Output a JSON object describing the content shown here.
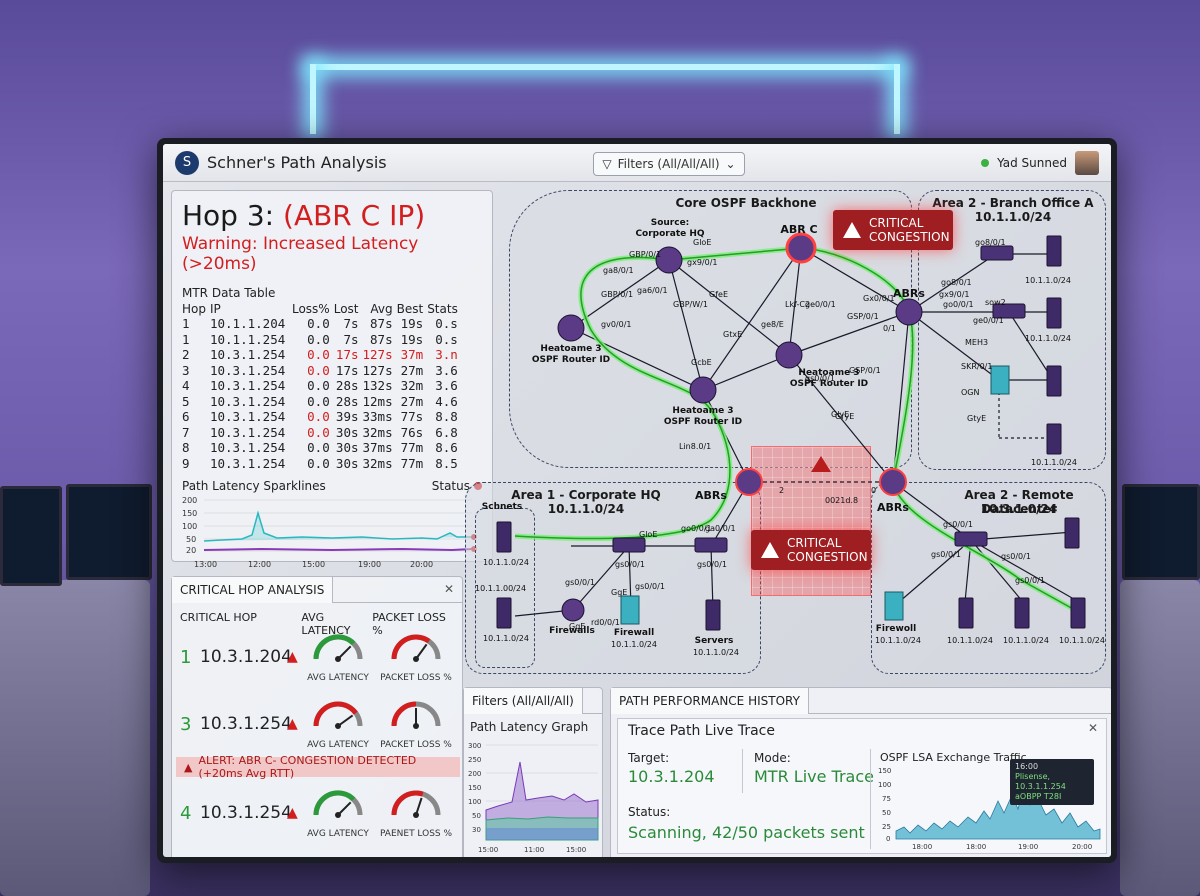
{
  "app": {
    "title": "Schner's Path Analysis",
    "filter_label": "Filters (All/All/All)",
    "user_name": "Yad Sunned"
  },
  "hop": {
    "prefix": "Hop 3: ",
    "name": "(ABR C IP)",
    "warning": "Warning: Increased Latency (>20ms)"
  },
  "mtr": {
    "title": "MTR Data Table",
    "headers": [
      "Hop",
      "IP",
      "Loss%",
      "Lost",
      "Avg",
      "Best",
      "Stats"
    ],
    "rows": [
      {
        "hop": "1",
        "ip": "10.1.1.204",
        "loss": "0.0",
        "lost": "7s",
        "avg": "87s",
        "best": "19s",
        "stats": "0.s",
        "hot": []
      },
      {
        "hop": "1",
        "ip": "10.1.1.254",
        "loss": "0.0",
        "lost": "7s",
        "avg": "87s",
        "best": "19s",
        "stats": "0.s",
        "hot": []
      },
      {
        "hop": "2",
        "ip": "10.3.1.254",
        "loss": "0.0",
        "lost": "17s",
        "avg": "127s",
        "best": "37m",
        "stats": "3.n",
        "hot": [
          "loss",
          "lost",
          "avg",
          "best",
          "stats"
        ]
      },
      {
        "hop": "3",
        "ip": "10.3.1.254",
        "loss": "0.0",
        "lost": "17s",
        "avg": "127s",
        "best": "27m",
        "stats": "3.6",
        "hot": [
          "loss"
        ]
      },
      {
        "hop": "4",
        "ip": "10.3.1.254",
        "loss": "0.0",
        "lost": "28s",
        "avg": "132s",
        "best": "32m",
        "stats": "3.6",
        "hot": []
      },
      {
        "hop": "5",
        "ip": "10.3.1.254",
        "loss": "0.0",
        "lost": "28s",
        "avg": "12ms",
        "best": "27m",
        "stats": "4.6",
        "hot": []
      },
      {
        "hop": "6",
        "ip": "10.3.1.254",
        "loss": "0.0",
        "lost": "39s",
        "avg": "33ms",
        "best": "77s",
        "stats": "8.8",
        "hot": [
          "loss"
        ]
      },
      {
        "hop": "7",
        "ip": "10.3.1.254",
        "loss": "0.0",
        "lost": "30s",
        "avg": "32ms",
        "best": "76s",
        "stats": "6.8",
        "hot": [
          "loss"
        ]
      },
      {
        "hop": "8",
        "ip": "10.3.1.254",
        "loss": "0.0",
        "lost": "30s",
        "avg": "37ms",
        "best": "77m",
        "stats": "8.6",
        "hot": []
      },
      {
        "hop": "9",
        "ip": "10.3.1.254",
        "loss": "0.0",
        "lost": "30s",
        "avg": "32ms",
        "best": "77m",
        "stats": "8.5",
        "hot": []
      }
    ]
  },
  "sparklines": {
    "title": "Path Latency Sparklines",
    "status_label": "Status",
    "y_ticks": [
      "200",
      "150",
      "100",
      "50",
      "20"
    ],
    "x_ticks": [
      "13:00",
      "12:00",
      "15:00",
      "19:00",
      "20:00"
    ]
  },
  "critical": {
    "tab": "CRITICAL HOP ANALYSIS",
    "close": "✕",
    "col_hop": "CRITICAL HOP",
    "col_latency": "AVG LATENCY",
    "col_loss": "PACKET LOSS %",
    "rows": [
      {
        "idx": "1",
        "ip": "10.3.1.204",
        "lat_label": "AVG LATENCY",
        "loss_label": "PACKET LOSS %",
        "lat_level": 0.75,
        "loss_level": 0.7
      },
      {
        "idx": "3",
        "ip": "10.3.1.254",
        "lat_label": "AVG LATENCY",
        "loss_label": "PACKET LOSS %",
        "lat_level": 0.8,
        "loss_level": 0.5
      },
      {
        "idx": "4",
        "ip": "10.3.1.254",
        "lat_label": "AVG LATENCY",
        "loss_label": "PAENET LOSS %",
        "lat_level": 0.75,
        "loss_level": 0.6
      }
    ],
    "alert": "ALERT: ABR C- CONGESTION DETECTED (+20ms Avg RTT)"
  },
  "topology": {
    "core_title": "Core OSPF Backhone",
    "area1_title": "Area 1 - Corporate HQ",
    "area1_net": "10.1.1.0/24",
    "area2a_title": "Area 2 - Branch Office A",
    "area2a_net": "10.1.1.0/24",
    "area2r_title": "Area 2 - Remote Datacenter",
    "area2r_net": "10.3.1.0/24",
    "source_label": "Source:\nCorporate HQ",
    "abrc_label": "ABR C",
    "abrs_label": "ABRs",
    "heat1": "Heatoame 3\nOSPF Router ID",
    "heat2": "Heatoame 3\nOSPF Router ID",
    "heat3": "Heatoame 3\nOSPF Router ID",
    "congestion_label_1": "CRITICAL\nCONGESTION",
    "congestion_label_2": "CRITICAL\nCONGESTION",
    "schnets": "Schnets",
    "firewalls": "Firewalls",
    "firewall": "Firewall",
    "firewall_net": "10.1.1.0/24",
    "servers": "Servers",
    "servers_net": "10.1.1.0/24",
    "net_a": "10.1.1.0/24",
    "net_b": "10.1.1.00/24",
    "net_c": "10.1.1.0/24",
    "branch_net1": "10.1.1.0/24",
    "branch_net2": "10.1.1.0/24",
    "branch_net3": "10.1.1.0/24",
    "dc_firewall": "Firewoll",
    "dc_fw_net": "10.1.1.0/24",
    "dc_net1": "10.1.1.0/24",
    "dc_net2": "10.1.1.0/24",
    "dc_net3": "10.1.1.0/24",
    "link_labels": [
      "GloE",
      "GBP/0/1",
      "ga8/0/1",
      "gx9/0/1",
      "ga6/0/1",
      "gv0/0/1",
      "GBP/0/1",
      "GBP/W/1",
      "GfeE",
      "GtxE",
      "GcbE",
      "ge8/E",
      "Lkf-C2",
      "ge0/0/1",
      "GSP/0/1",
      "Gx0/0/1",
      "gs0/0/1",
      "GSP/0/1",
      "GlyE",
      "Lin8.0/1",
      "go8/0/1",
      "go8/0/1",
      "gx9/0/1",
      "go0/0/1",
      "sow2",
      "ge0/0/1",
      "MEH3",
      "SKR/0/1",
      "OGN",
      "GtyE",
      "0/1",
      "0021d.8",
      "GryE",
      "ga0/0/1",
      "go0/0/1",
      "gs0/0/1",
      "gs0/0/1",
      "GgE",
      "gs0/0/1",
      "rd0/0/1",
      "GgE",
      "GloE",
      "gs0/0/1",
      "gs0/0/1",
      "gs0/0/1",
      "gs0/0/1",
      "gs0/0/1",
      "2",
      "0"
    ]
  },
  "filters_panel": {
    "tab": "Filters (All/All/All)",
    "title": "Path Latency Graph",
    "y_ticks": [
      "300",
      "250",
      "200",
      "150",
      "100",
      "50",
      "30"
    ],
    "x_ticks": [
      "15:00",
      "11:00",
      "15:00"
    ]
  },
  "perf": {
    "tab": "PATH PERFORMANCE HISTORY",
    "close": "✕",
    "inner_title": "Trace Path Live Trace",
    "target_label": "Target:",
    "target_value": "10.3.1.204",
    "mode_label": "Mode:",
    "mode_value": "MTR Live Trace",
    "status_label": "Status:",
    "status_value": "Scanning, 42/50 packets sent",
    "lsa_title": "OSPF LSA Exchange Traffic",
    "lsa_y": [
      "150",
      "100",
      "75",
      "50",
      "25",
      "0"
    ],
    "lsa_x": [
      "18:00",
      "18:00",
      "19:00",
      "20:00"
    ],
    "tooltip_time": "16:00",
    "tooltip_l1": "Plisense, 10.3.1.1.254",
    "tooltip_l2": "aOBPP T28I"
  },
  "colors": {
    "accent_red": "#d21e1e",
    "accent_green": "#2a8a3a",
    "path_green": "#6ae06a"
  }
}
